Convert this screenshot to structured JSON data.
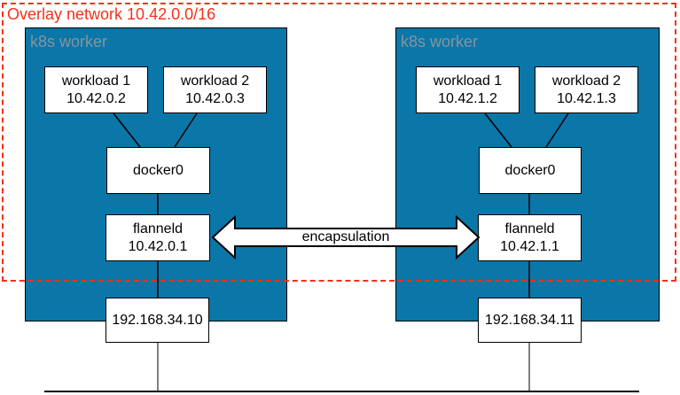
{
  "colors": {
    "node_fill": "#0b76a8",
    "overlay_red": "#f5301a",
    "worker_label_gray": "#85949e"
  },
  "overlay": {
    "label": "Overlay network 10.42.0.0/16"
  },
  "arrow": {
    "label": "encapsulation"
  },
  "workers": [
    {
      "label": "k8s worker",
      "workload1": {
        "name": "workload 1",
        "ip": "10.42.0.2"
      },
      "workload2": {
        "name": "workload 2",
        "ip": "10.42.0.3"
      },
      "bridge": {
        "name": "docker0"
      },
      "flannel": {
        "name": "flanneld",
        "ip": "10.42.0.1"
      },
      "host_ip": "192.168.34.10"
    },
    {
      "label": "k8s worker",
      "workload1": {
        "name": "workload 1",
        "ip": "10.42.1.2"
      },
      "workload2": {
        "name": "workload 2",
        "ip": "10.42.1.3"
      },
      "bridge": {
        "name": "docker0"
      },
      "flannel": {
        "name": "flanneld",
        "ip": "10.42.1.1"
      },
      "host_ip": "192.168.34.11"
    }
  ]
}
